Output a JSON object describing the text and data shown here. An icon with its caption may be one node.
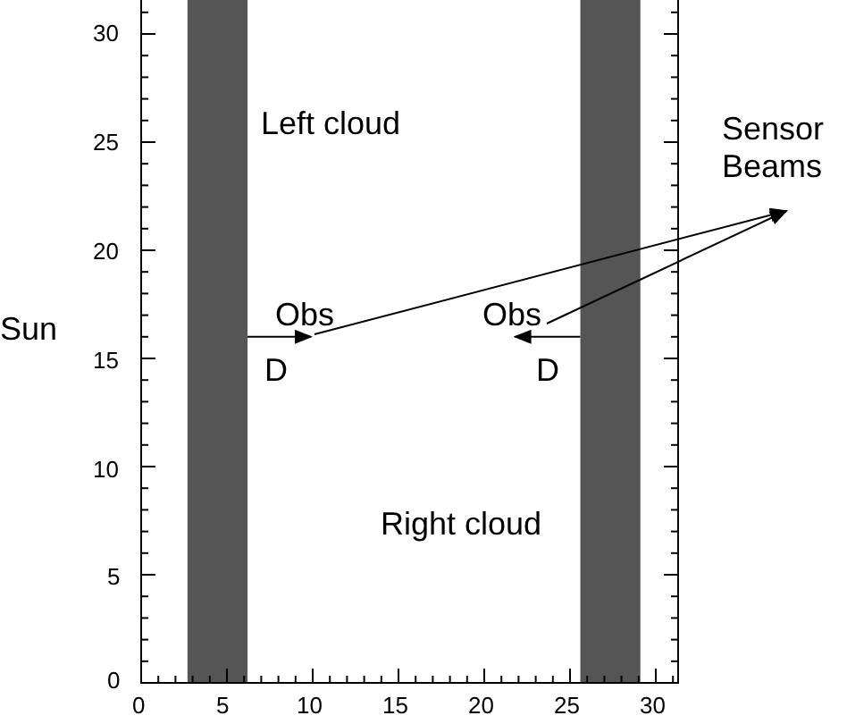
{
  "diagram": {
    "nodes": [
      {
        "text": [
          "Sensor Beams"
        ]
      },
      {
        "text": [
          "Obs"
        ]
      },
      {
        "text": [
          "Obs"
        ]
      }
    ],
    "edges": [
      {
        "from": 1,
        "to": 0,
        "arrow": "to"
      },
      {
        "from": 2,
        "to": 0,
        "arrow": "to"
      }
    ],
    "labels": [
      "30",
      "Left cloud",
      "25",
      "20",
      "Sun",
      "15",
      "D",
      "D",
      "10",
      "Right cloud",
      "5",
      "0",
      "0",
      "5",
      "10",
      "15",
      "20",
      "25",
      "30"
    ]
  }
}
